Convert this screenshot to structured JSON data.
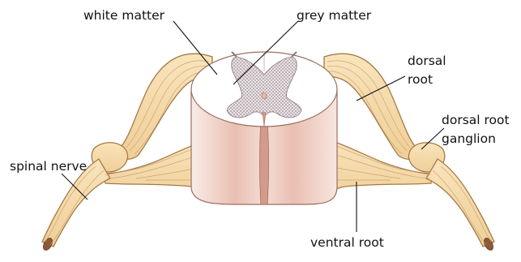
{
  "labels": {
    "white_matter": "white matter",
    "grey_matter": "grey matter",
    "dorsal_root_1": "dorsal",
    "dorsal_root_2": "root",
    "ganglion_1": "dorsal root",
    "ganglion_2": "ganglion",
    "spinal_nerve": "spinal nerve",
    "ventral_root": "ventral root"
  },
  "colors": {
    "nerve_fill": "#f6dcaa",
    "nerve_stroke": "#a77a45",
    "fiber": "#c89a6a",
    "cord_side": "#edc9bd",
    "cord_top": "#ffffff",
    "grey_matter": "#b7a7ad",
    "central_canal": "#e8b9ad",
    "label_text": "#111111"
  }
}
